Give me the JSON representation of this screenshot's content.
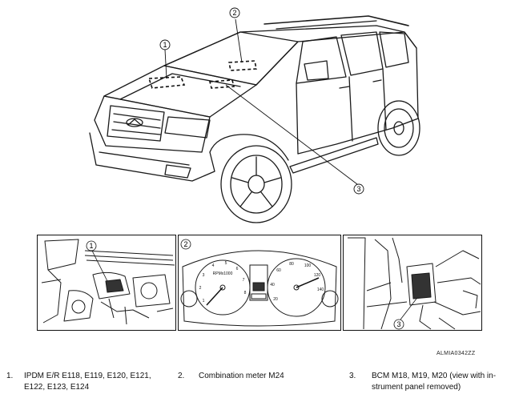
{
  "callouts": {
    "c1": "1",
    "c2": "2",
    "c3": "3"
  },
  "figure_id": "ALMIA0342ZZ",
  "legend": [
    {
      "num": "1.",
      "text": "IPDM E/R E118, E119, E120, E121, E122, E123, E124"
    },
    {
      "num": "2.",
      "text": "Combination meter M24"
    },
    {
      "num": "3.",
      "text": "BCM M18, M19, M20 (view with in-strument panel removed)"
    }
  ],
  "cluster": {
    "left_gauge_label": "RPMx1000",
    "tach_ticks": [
      "1",
      "2",
      "3",
      "4",
      "5",
      "6",
      "7",
      "8"
    ],
    "speed_ticks": [
      "20",
      "40",
      "60",
      "80",
      "100",
      "120",
      "140"
    ]
  }
}
